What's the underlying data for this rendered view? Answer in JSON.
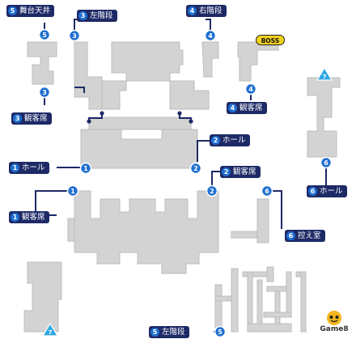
{
  "colors": {
    "room": "#d3d3d3",
    "label_bg": "#1e2a66",
    "marker_blue": "#1f6fd0",
    "marker_cyan": "#2ea8e4",
    "boss_bg": "#f2d21c"
  },
  "labels": [
    {
      "id": "l5a",
      "num": "5",
      "text": "舞台天井"
    },
    {
      "id": "l3a",
      "num": "3",
      "text": "左階段"
    },
    {
      "id": "l4a",
      "num": "4",
      "text": "右階段"
    },
    {
      "id": "l3b",
      "num": "3",
      "text": "観客席"
    },
    {
      "id": "l4b",
      "num": "4",
      "text": "観客席"
    },
    {
      "id": "l2a",
      "num": "2",
      "text": "ホール"
    },
    {
      "id": "l1a",
      "num": "1",
      "text": "ホール"
    },
    {
      "id": "l6a",
      "num": "6",
      "text": "ホール"
    },
    {
      "id": "l2b",
      "num": "2",
      "text": "観客席"
    },
    {
      "id": "l1b",
      "num": "1",
      "text": "観客席"
    },
    {
      "id": "l6b",
      "num": "6",
      "text": "控え室"
    },
    {
      "id": "l5b",
      "num": "5",
      "text": "左階段"
    }
  ],
  "markers": [
    {
      "id": "m5a",
      "num": "5"
    },
    {
      "id": "m3a",
      "num": "3"
    },
    {
      "id": "m4a",
      "num": "4"
    },
    {
      "id": "m3b",
      "num": "3"
    },
    {
      "id": "m4b",
      "num": "4"
    },
    {
      "id": "m2a",
      "num": "2"
    },
    {
      "id": "m1a",
      "num": "1"
    },
    {
      "id": "m6a",
      "num": "6"
    },
    {
      "id": "m1b",
      "num": "1"
    },
    {
      "id": "m2b",
      "num": "2"
    },
    {
      "id": "m6b",
      "num": "6"
    },
    {
      "id": "m5b",
      "num": "5"
    }
  ],
  "warp_markers": [
    {
      "id": "t7a",
      "num": "7"
    },
    {
      "id": "t7b",
      "num": "7"
    }
  ],
  "boss_label": "BOSS",
  "logo_text": "Game8",
  "logo_icon": "game8-mascot-icon"
}
